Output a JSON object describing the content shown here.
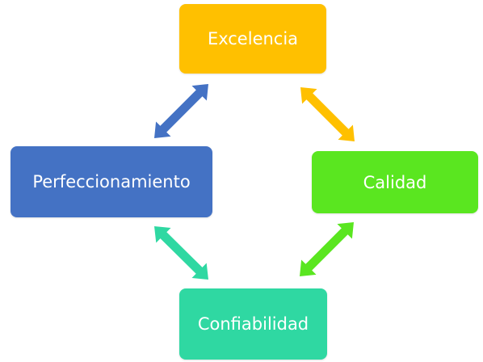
{
  "diagram": {
    "nodes": {
      "excelencia": {
        "label": "Excelencia",
        "color": "#FFC000"
      },
      "perfeccionamiento": {
        "label": "Perfeccionamiento",
        "color": "#4472C4"
      },
      "calidad": {
        "label": "Calidad",
        "color": "#5AE620"
      },
      "confiabilidad": {
        "label": "Confiabilidad",
        "color": "#2FD8A2"
      }
    },
    "arrows": [
      {
        "from": "excelencia",
        "to": "perfeccionamiento",
        "style": "double-headed",
        "color": "#4472C4"
      },
      {
        "from": "excelencia",
        "to": "calidad",
        "style": "double-headed",
        "color": "#FFC000"
      },
      {
        "from": "calidad",
        "to": "confiabilidad",
        "style": "double-headed",
        "color": "#5AE620"
      },
      {
        "from": "perfeccionamiento",
        "to": "confiabilidad",
        "style": "double-headed",
        "color": "#2FD8A2"
      }
    ]
  }
}
